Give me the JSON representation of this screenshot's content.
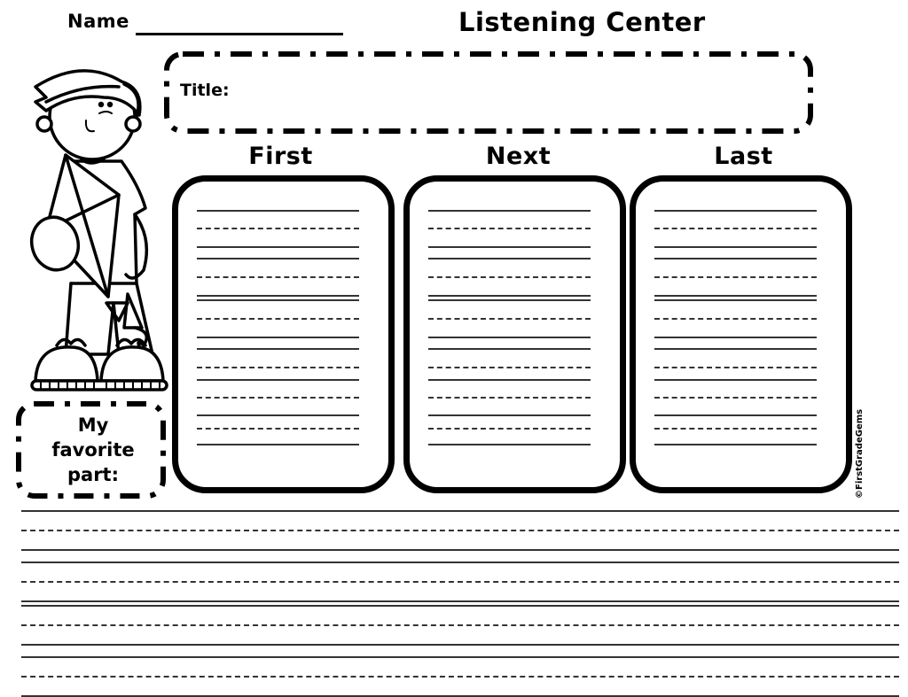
{
  "header": {
    "name_label": "Name",
    "title": "Listening Center"
  },
  "title_box": {
    "label": "Title:",
    "value": ""
  },
  "columns": [
    {
      "header": "First"
    },
    {
      "header": "Next"
    },
    {
      "header": "Last"
    }
  ],
  "favorite": {
    "label_line1": "My",
    "label_line2": "favorite",
    "label_line3": "part:"
  },
  "illustration": {
    "icon": "boy-with-kite-icon"
  },
  "credit": "©FirstGradeGems",
  "colors": {
    "ink": "#000000",
    "rule": "#333333",
    "paper": "#ffffff"
  }
}
